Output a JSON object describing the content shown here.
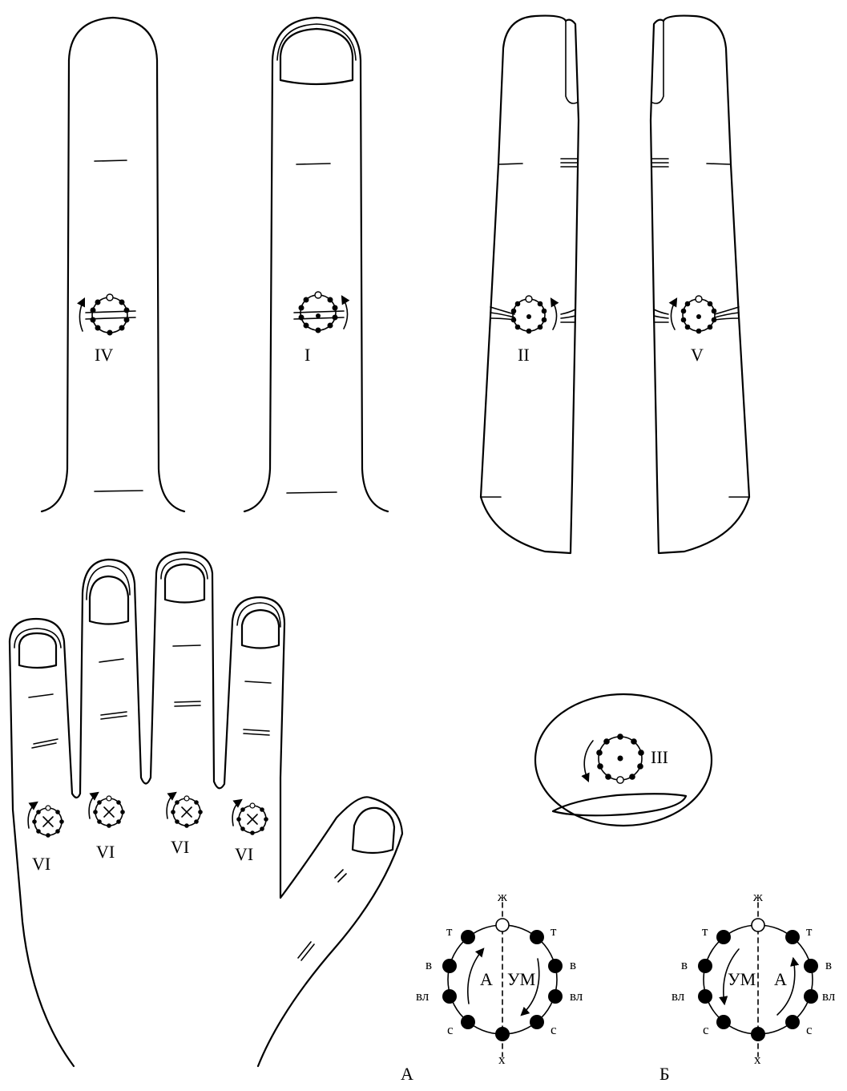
{
  "labels": {
    "finger_1": "IV",
    "finger_2": "I",
    "finger_3": "II",
    "finger_4": "V",
    "hand": [
      "VI",
      "VI",
      "VI",
      "VI"
    ],
    "nail": "III"
  },
  "scheme_a": {
    "caption": "А",
    "top": "ж",
    "bottom": "х",
    "left_pairs": [
      "т",
      "в",
      "вл",
      "с"
    ],
    "right_pairs": [
      "т",
      "в",
      "вл",
      "с"
    ],
    "left_inner": "А",
    "right_inner": "УМ"
  },
  "scheme_b": {
    "caption": "Б",
    "top": "ж",
    "bottom": "х",
    "left_pairs": [
      "т",
      "в",
      "вл",
      "с"
    ],
    "right_pairs": [
      "т",
      "в",
      "вл",
      "с"
    ],
    "left_inner": "УМ",
    "right_inner": "А"
  }
}
